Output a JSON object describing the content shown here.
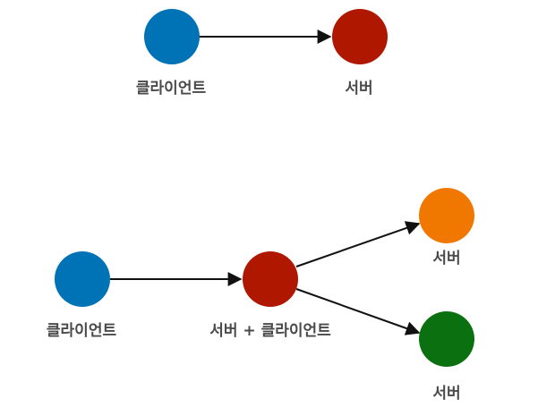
{
  "diagram_top": {
    "client_label": "클라이언트",
    "server_label": "서버",
    "client_color": "#0073b7",
    "server_color": "#b01700"
  },
  "diagram_bottom": {
    "client_label": "클라이언트",
    "middle_label": "서버 + 클라이언트",
    "server_top_label": "서버",
    "server_bottom_label": "서버",
    "client_color": "#0073b7",
    "middle_color": "#b01700",
    "server_top_color": "#f07800",
    "server_bottom_color": "#0a7010"
  },
  "edge_color": "#111111",
  "label_color": "#4a4a4a"
}
